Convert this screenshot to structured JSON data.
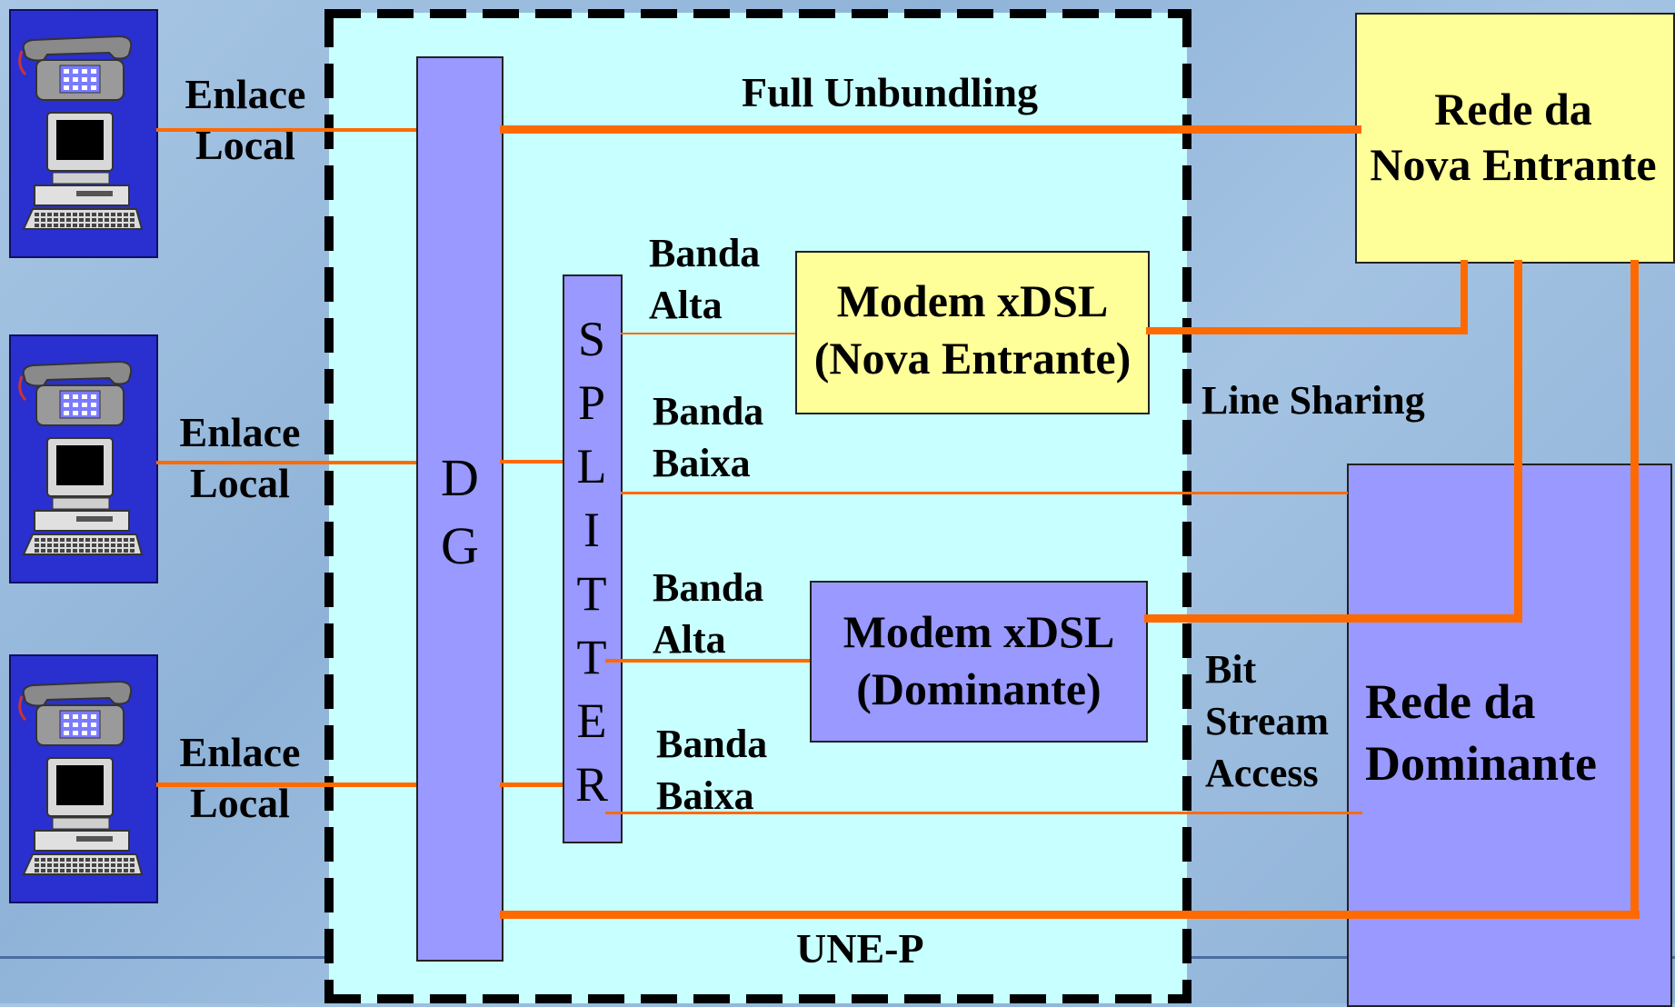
{
  "colors": {
    "background": "#9fc0e2",
    "une_area": "#c8ffff",
    "station": "#2a2fcf",
    "yellow_box": "#ffff99",
    "purple_box": "#9999ff",
    "line": "#ff6a00"
  },
  "icons": [
    "telephone-icon",
    "computer-icon"
  ],
  "stations": [
    {
      "label_line1": "Enlace",
      "label_line2": "Local"
    },
    {
      "label_line1": "Enlace",
      "label_line2": "Local"
    },
    {
      "label_line1": "Enlace",
      "label_line2": "Local"
    }
  ],
  "dg": {
    "line1": "D",
    "line2": "G"
  },
  "splitter": {
    "letters": [
      "S",
      "P",
      "L",
      "I",
      "T",
      "T",
      "E",
      "R"
    ]
  },
  "labels": {
    "full_unbundling": "Full Unbundling",
    "banda_alta_1_a": "Banda",
    "banda_alta_1_b": "Alta",
    "banda_baixa_1_a": "Banda",
    "banda_baixa_1_b": "Baixa",
    "banda_alta_2_a": "Banda",
    "banda_alta_2_b": "Alta",
    "banda_baixa_2_a": "Banda",
    "banda_baixa_2_b": "Baixa",
    "line_sharing": "Line Sharing",
    "bit_stream_1": "Bit",
    "bit_stream_2": "Stream",
    "bit_stream_3": "Access",
    "une_p": "UNE-P"
  },
  "modem_nova": {
    "line1": "Modem xDSL",
    "line2": "(Nova Entrante)"
  },
  "modem_dominante": {
    "line1": "Modem xDSL",
    "line2": "(Dominante)"
  },
  "rede_nova": {
    "line1": "Rede da",
    "line2": "Nova Entrante"
  },
  "rede_dominante": {
    "line1": "Rede da",
    "line2": "Dominante"
  }
}
